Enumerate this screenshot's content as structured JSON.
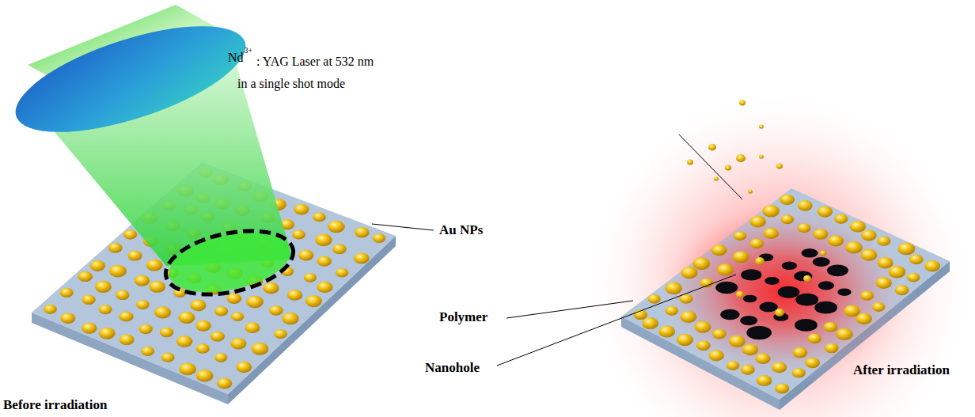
{
  "diagram": {
    "labels": [
      "Nd",
      "3+",
      ": YAG Laser at 532 nm in a single shot mode",
      "Au NPs",
      "Polymer",
      "Nanohole",
      "Before irradiation",
      "After irradiation"
    ]
  }
}
